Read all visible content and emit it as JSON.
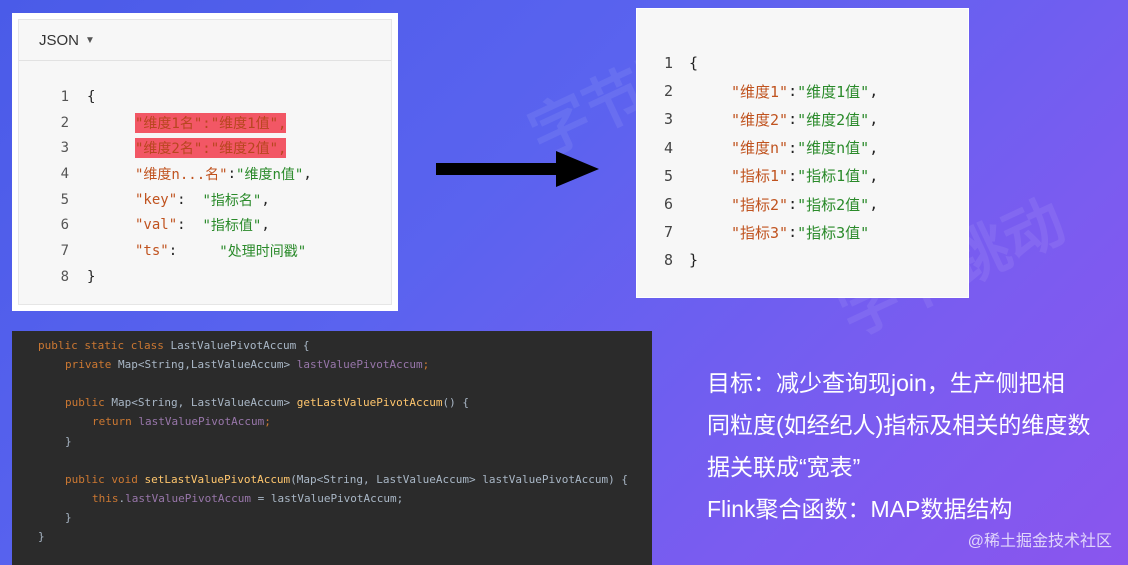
{
  "json_panel": {
    "header": "JSON",
    "lines": [
      {
        "n": "1"
      },
      {
        "n": "2",
        "key": "\"维度1名\"",
        "sep": ":",
        "val": "\"维度1值\"",
        "end": ","
      },
      {
        "n": "3",
        "key": "\"维度2名\"",
        "sep": ":",
        "val": "\"维度2值\"",
        "end": ","
      },
      {
        "n": "4",
        "key": "\"维度n...名\"",
        "sep": ":",
        "val": "\"维度n值\"",
        "end": ","
      },
      {
        "n": "5",
        "key": "\"key\"",
        "sep": ":  ",
        "val": "\"指标名\"",
        "end": ","
      },
      {
        "n": "6",
        "key": "\"val\"",
        "sep": ":  ",
        "val": "\"指标值\"",
        "end": ","
      },
      {
        "n": "7",
        "key": "\"ts\"",
        "sep": ":     ",
        "val": "\"处理时间戳\"",
        "end": ""
      },
      {
        "n": "8"
      }
    ],
    "open_brace": "{",
    "close_brace": "}"
  },
  "result_panel": {
    "lines": [
      {
        "n": "1"
      },
      {
        "n": "2",
        "key": "\"维度1\"",
        "val": "\"维度1值\"",
        "end": ","
      },
      {
        "n": "3",
        "key": "\"维度2\"",
        "val": "\"维度2值\"",
        "end": ","
      },
      {
        "n": "4",
        "key": "\"维度n\"",
        "val": "\"维度n值\"",
        "end": ","
      },
      {
        "n": "5",
        "key": "\"指标1\"",
        "val": "\"指标1值\"",
        "end": ","
      },
      {
        "n": "6",
        "key": "\"指标2\"",
        "val": "\"指标2值\"",
        "end": ","
      },
      {
        "n": "7",
        "key": "\"指标3\"",
        "val": "\"指标3值\"",
        "end": ""
      },
      {
        "n": "8"
      }
    ],
    "open_brace": "{",
    "close_brace": "}",
    "colon": ":"
  },
  "java": {
    "l1_kw": "public static class ",
    "l1_name": "LastValuePivotAccum {",
    "l2_kw": "private ",
    "l2_type": "Map<String,LastValueAccum> ",
    "l2_field": "lastValuePivotAccum",
    "l2_end": ";",
    "l4_kw": "public ",
    "l4_type": "Map<String, LastValueAccum> ",
    "l4_fn": "getLastValuePivotAccum",
    "l4_end": "() {",
    "l5_kw": "return ",
    "l5_field": "lastValuePivotAccum",
    "l5_end": ";",
    "close": "}",
    "l8_kw": "public void ",
    "l8_fn": "setLastValuePivotAccum",
    "l8_args": "(Map<String, LastValueAccum> lastValuePivotAccum) {",
    "l9_kw": "this",
    "l9_dot": ".",
    "l9_field": "lastValuePivotAccum",
    "l9_rest": " = lastValuePivotAccum;"
  },
  "goal": {
    "line1": "目标：减少查询现join，生产侧把相",
    "line2": "同粒度(如经纪人)指标及相关的维度数",
    "line3": "据关联成“宽表”",
    "line4": "Flink聚合函数：MAP数据结构"
  },
  "watermark": "@稀土掘金技术社区",
  "colors": {
    "background_start": "#4a5be8",
    "background_end": "#8a55ee",
    "highlight": "#f25765"
  }
}
